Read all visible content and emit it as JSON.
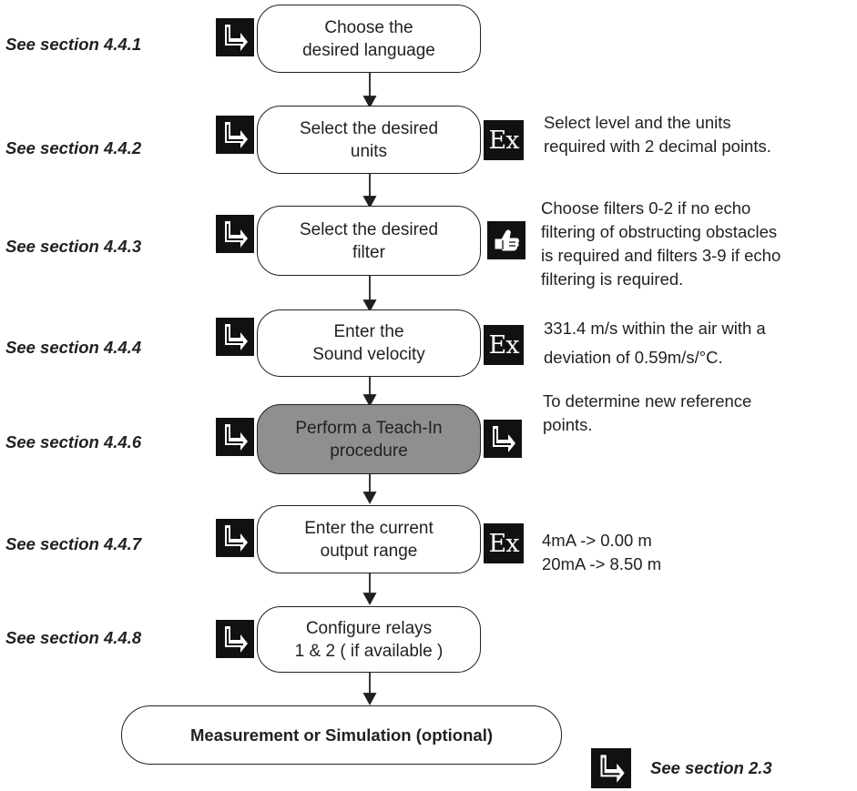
{
  "steps": [
    {
      "section": "See section 4.4.1",
      "text": "Choose the\ndesired language",
      "note": ""
    },
    {
      "section": "See section 4.4.2",
      "text": "Select the desired\nunits",
      "note": "Select level and the units\nrequired with 2 decimal points."
    },
    {
      "section": "See section  4.4.3",
      "text": "Select the desired\nfilter",
      "note": "Choose filters 0-2 if no echo\nfiltering of obstructing obstacles\nis required and filters 3-9 if echo\nfiltering is required."
    },
    {
      "section": "See  section 4.4.4",
      "text": "Enter the\nSound velocity",
      "note": "331.4 m/s within the air with a\ndeviation of 0.59m/s/°C."
    },
    {
      "section": "See  section 4.4.6",
      "text": "Perform a Teach-In\nprocedure",
      "note": "To determine new reference\npoints."
    },
    {
      "section": "See  section 4.4.7",
      "text": "Enter the current\noutput range",
      "note": "4mA   ->  0.00 m\n20mA ->  8.50 m"
    },
    {
      "section": "See  section 4.4.8",
      "text": "Configure relays\n1 & 2 ( if available )",
      "note": ""
    }
  ],
  "final": {
    "text": "Measurement or Simulation (optional)",
    "section": "See section 2.3"
  },
  "ex_label": "Ex",
  "icons": {
    "procedure": "arrow-pointer-icon",
    "example": "ex-icon",
    "hint": "thumbs-up-icon"
  },
  "colors": {
    "ink": "#231f20",
    "highlight_box": "#8f8f8f",
    "icon_bg": "#111111"
  }
}
